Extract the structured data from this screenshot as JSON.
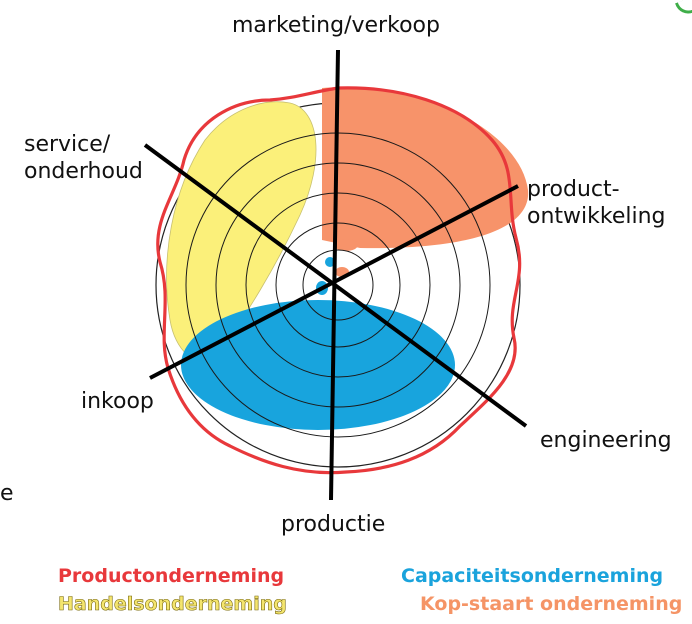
{
  "axes": {
    "top": "marketing/verkoop",
    "upper_left_line1": "service/",
    "upper_left_line2": "onderhoud",
    "upper_right_line1": "product-",
    "upper_right_line2": "ontwikkeling",
    "lower_left": "inkoop",
    "lower_right": "engineering",
    "bottom": "productie"
  },
  "stray_text": "e",
  "legend": {
    "product": {
      "label": "Productonderneming",
      "color": "#e8383b"
    },
    "handel": {
      "label": "Handelsonderneming",
      "color": "#f4e56e"
    },
    "capaciteit": {
      "label": "Capaciteitsonderneming",
      "color": "#1aa3dc"
    },
    "kopstaart": {
      "label": "Kop-staart onderneming",
      "color": "#f59466"
    }
  },
  "colors": {
    "product_outline": "#e8383b",
    "handel_fill": "#fbf07a",
    "capaciteit_fill": "#18a4dd",
    "kopstaart_fill": "#f7936a",
    "accent_green": "#3fae49"
  }
}
